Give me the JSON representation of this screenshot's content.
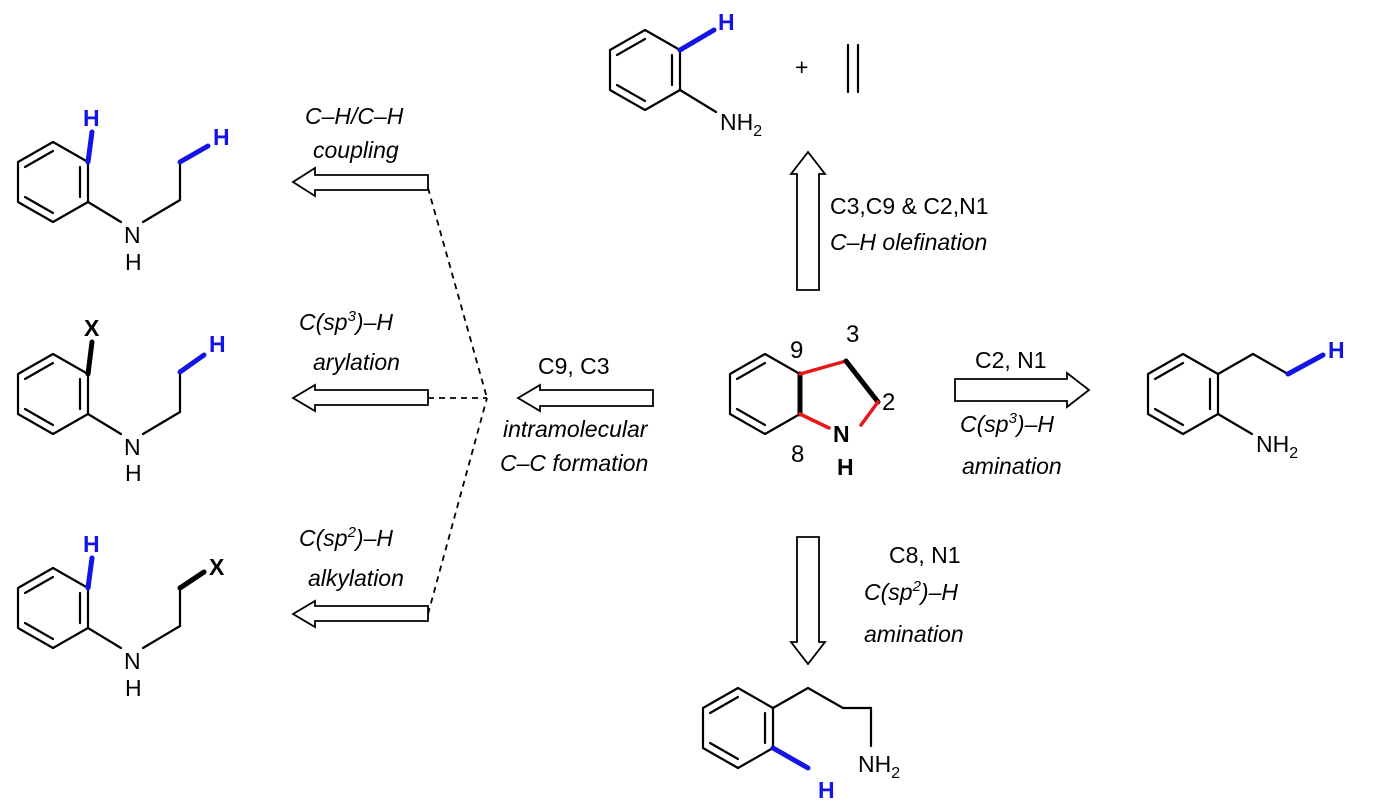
{
  "scheme": {
    "indoline": {
      "pos_9": "9",
      "pos_3": "3",
      "pos_2": "2",
      "pos_8": "8",
      "n": "N",
      "h": "H"
    },
    "route_olefination": {
      "line1": "C3,C9 & C2,N1",
      "line2": "C–H olefination",
      "plus": "+",
      "product_h": "H",
      "product_nh": "NH",
      "product_sub": "2"
    },
    "route_sp3_amination": {
      "line1": "C2, N1",
      "line2_pre": "C(sp",
      "line2_sup": "3",
      "line2_post": ")–H",
      "line3": "amination",
      "product_h": "H",
      "product_nh": "NH",
      "product_sub": "2"
    },
    "route_sp2_amination": {
      "line1": "C8, N1",
      "line2_pre": "C(sp",
      "line2_sup": "2",
      "line2_post": ")–H",
      "line3": "amination",
      "product_h": "H",
      "product_nh": "NH",
      "product_sub": "2"
    },
    "route_intramolecular": {
      "line1": "C9, C3",
      "line2": "intramolecular",
      "line3": "C–C formation"
    },
    "left_ch_coupling": {
      "line1": "C–H/C–H",
      "line2": "coupling",
      "ring_h": "H",
      "chain_h": "H",
      "n": "N",
      "nh": "H"
    },
    "left_arylation": {
      "line1_pre": "C(sp",
      "line1_sup": "3",
      "line1_post": ")–H",
      "line2": "arylation",
      "ring_x": "X",
      "chain_h": "H",
      "n": "N",
      "nh": "H"
    },
    "left_alkylation": {
      "line1_pre": "C(sp",
      "line1_sup": "2",
      "line1_post": ")–H",
      "line2": "alkylation",
      "ring_h": "H",
      "chain_x": "X",
      "n": "N",
      "nh": "H"
    },
    "colors": {
      "highlight_h": "#1414e6",
      "new_bond": "#e8161b",
      "bond": "#000000"
    }
  }
}
